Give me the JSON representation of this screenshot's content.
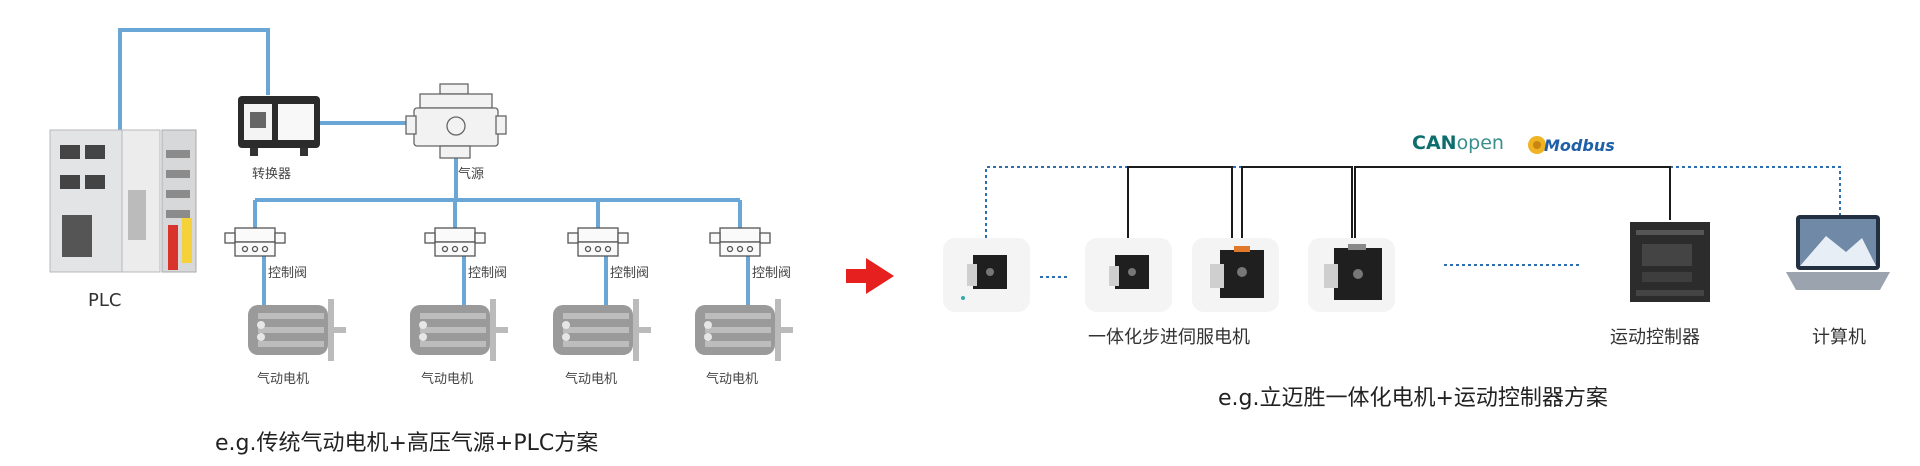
{
  "left_section": {
    "plc_label": "PLC",
    "converter_label": "转换器",
    "air_source_label": "气源",
    "valve_labels": [
      "控制阀",
      "控制阀",
      "控制阀",
      "控制阀"
    ],
    "motor_labels": [
      "气动电机",
      "气动电机",
      "气动电机",
      "气动电机"
    ],
    "caption": "e.g.传统气动电机+高压气源+PLC方案"
  },
  "right_section": {
    "protocols": {
      "canopen_bold": "CAN",
      "canopen_light": "open",
      "modbus": "Modbus"
    },
    "stepper_label": "一体化步进伺服电机",
    "controller_label": "运动控制器",
    "computer_label": "计算机",
    "caption": "e.g.立迈胜一体化电机+运动控制器方案"
  },
  "colors": {
    "left_line": "#6aa6d6",
    "right_line": "#1b1b1b",
    "dotted": "#2f6fb0",
    "arrow": "#e5201e"
  }
}
